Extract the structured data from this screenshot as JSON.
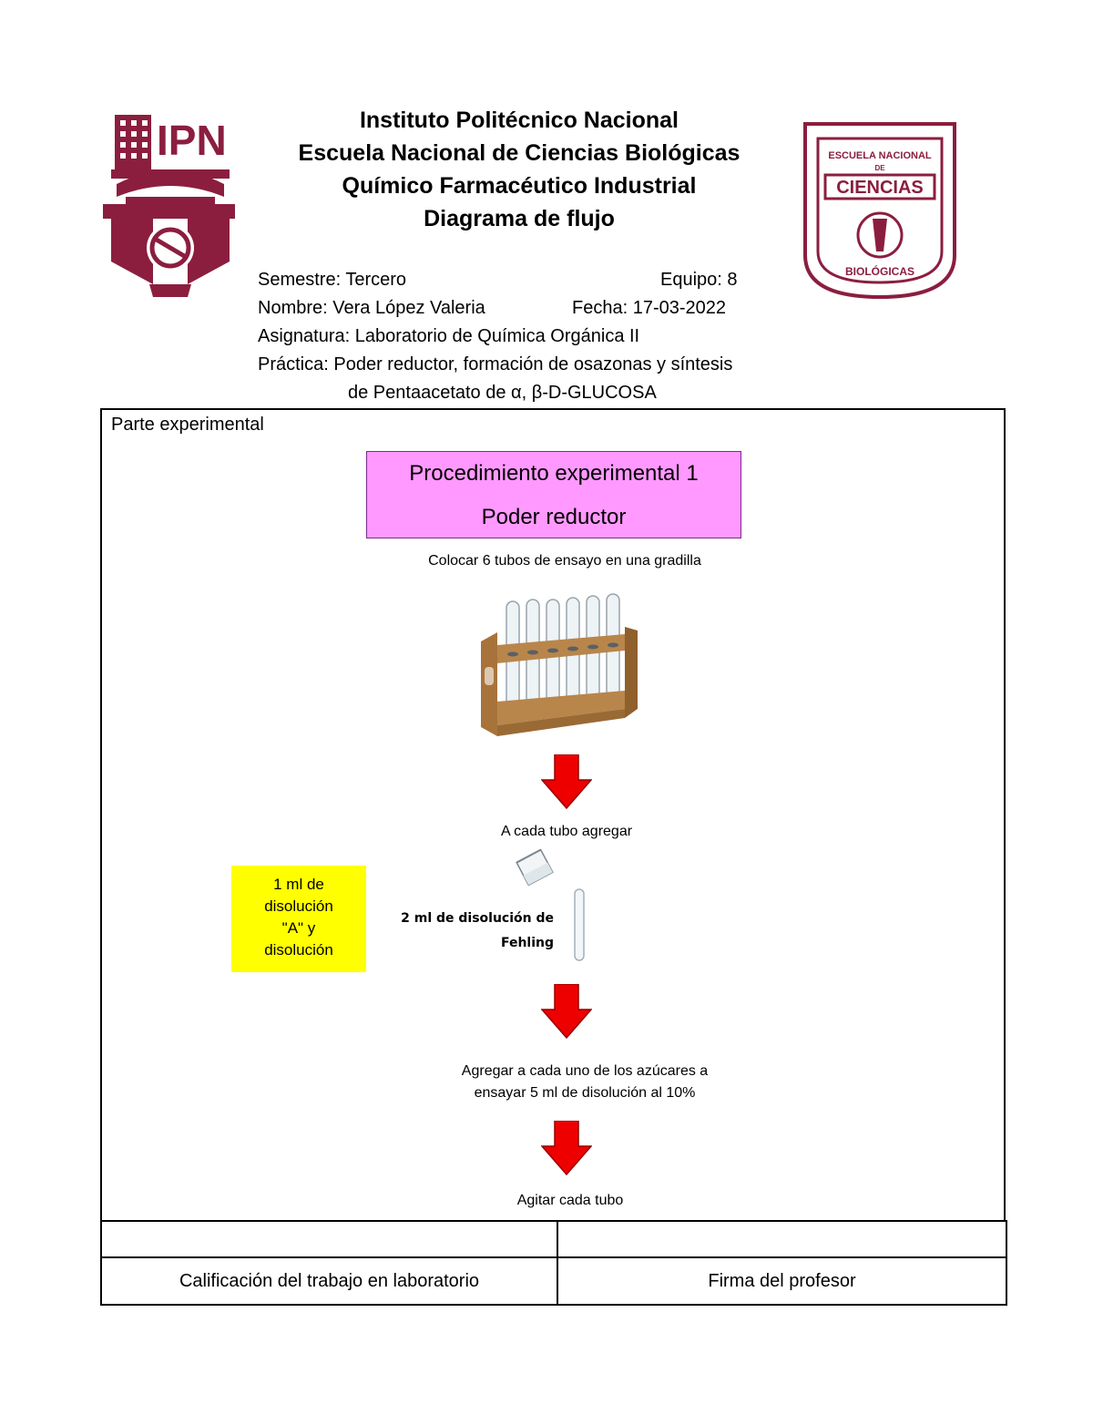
{
  "header": {
    "institution": "Instituto Politécnico Nacional",
    "school": "Escuela Nacional de Ciencias Biológicas",
    "career": "Químico Farmacéutico Industrial",
    "doc_type": "Diagrama de flujo"
  },
  "logos": {
    "left": {
      "text": "IPN",
      "color": "#8b1e3f"
    },
    "right": {
      "top_text": "ESCUELA NACIONAL",
      "de": "DE",
      "main": "CIENCIAS",
      "bottom_text": "BIOLÓGICAS",
      "color": "#8b1e3f"
    }
  },
  "info": {
    "semestre": "Semestre: Tercero",
    "equipo": "Equipo: 8",
    "nombre": "Nombre: Vera López Valeria",
    "fecha": "Fecha: 17-03-2022",
    "asignatura": "Asignatura: Laboratorio de Química Orgánica II",
    "practica_line1": "Práctica: Poder reductor, formación de osazonas y síntesis",
    "practica_line2": "de Pentaacetato de α, β-D-GLUCOSA"
  },
  "section": {
    "label": "Parte experimental",
    "procedure_title": "Procedimiento experimental 1",
    "procedure_subtitle": "Poder reductor",
    "procedure_color": "#ff99ff"
  },
  "steps": {
    "step1": "Colocar 6 tubos de ensayo en una gradilla",
    "step2": "A cada tubo agregar",
    "step3_line1": "Agregar a cada uno de los azúcares a",
    "step3_line2": "ensayar 5 ml de disolución al 10%",
    "step4": "Agitar cada tubo"
  },
  "yellow_note": {
    "line1": "1 ml de",
    "line2": "disolución",
    "line3": "\"A\" y",
    "line4": "disolución",
    "color": "#ffff00"
  },
  "fehling": {
    "line1": "2 ml de disolución de",
    "line2": "Fehling"
  },
  "arrow_color": "#ee0000",
  "footer": {
    "grade_label": "Calificación del trabajo en laboratorio",
    "signature_label": "Firma del profesor"
  }
}
